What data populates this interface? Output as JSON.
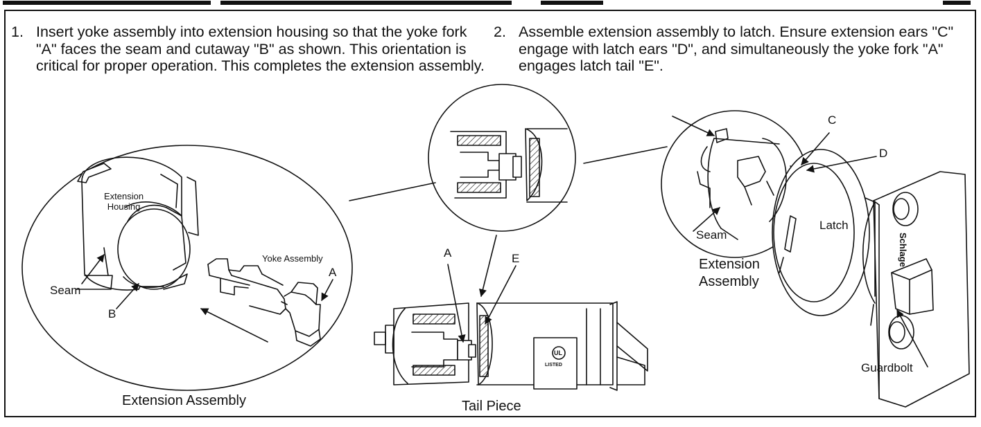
{
  "steps": [
    {
      "number": "1.",
      "text": "Insert yoke assembly into extension housing so that the yoke fork \"A\" faces the seam and cutaway \"B\" as shown. This orientation is critical for proper operation. This completes the extension assembly."
    },
    {
      "number": "2.",
      "text": "Assemble extension assembly to latch. Ensure extension ears \"C\" engage with latch ears \"D\", and simultaneously the yoke fork \"A\" engages latch tail \"E\"."
    }
  ],
  "labels": {
    "extension_housing": "Extension\nHousing",
    "yoke_assembly": "Yoke Assembly",
    "a_left": "A",
    "seam_left": "Seam",
    "b": "B",
    "extension_assembly_left": "Extension Assembly",
    "a_center": "A",
    "e": "E",
    "tail_piece": "Tail Piece",
    "c": "C",
    "d": "D",
    "seam_right": "Seam",
    "latch": "Latch",
    "extension_assembly_right": "Extension\nAssembly",
    "guardbolt": "Guardbolt"
  },
  "stamps": {
    "latch_plate_brand": "Schlage",
    "ul_mark": "UL",
    "listed": "LISTED"
  }
}
